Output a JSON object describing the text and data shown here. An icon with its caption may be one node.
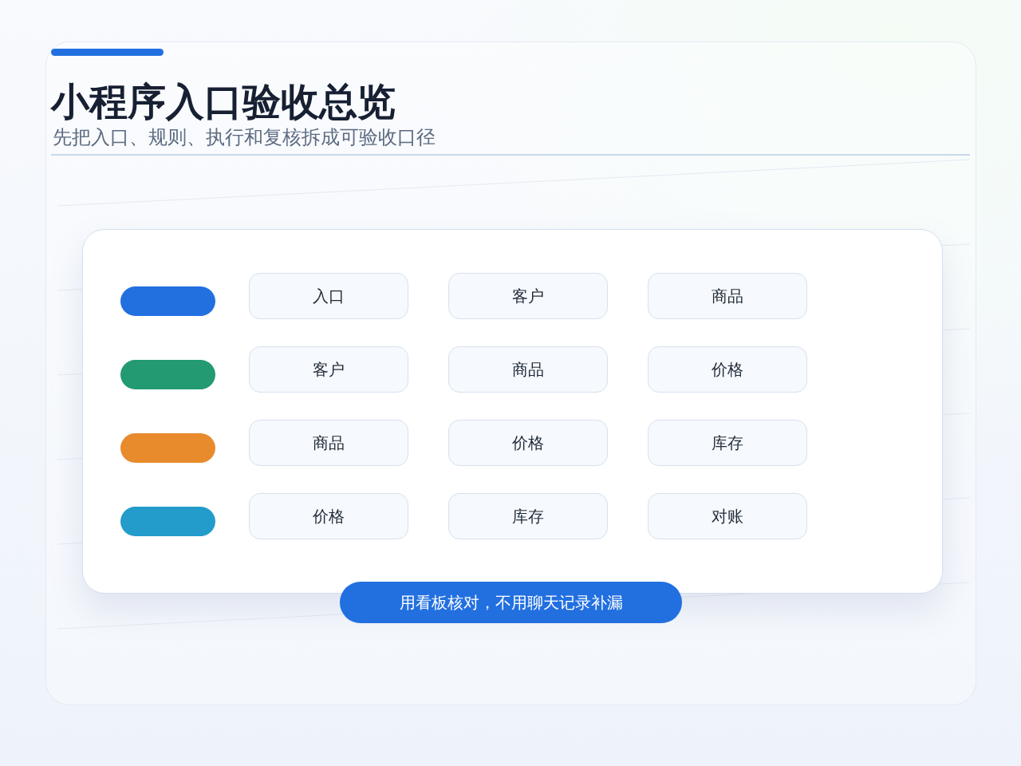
{
  "diagram": {
    "title": "小程序入口验收总览",
    "nodes": [
      {
        "text": [],
        "shape": "box"
      },
      {
        "text": [],
        "shape": "bar",
        "in": 0
      },
      {
        "text": [
          "入口"
        ],
        "in": 0
      },
      {
        "text": [
          "客户"
        ],
        "in": 0
      },
      {
        "text": [
          "商品"
        ],
        "in": 0
      },
      {
        "text": [],
        "shape": "bar",
        "in": 0
      },
      {
        "text": [
          "客户"
        ],
        "in": 0
      },
      {
        "text": [
          "商品"
        ],
        "in": 0
      },
      {
        "text": [
          "价格"
        ],
        "in": 0
      },
      {
        "text": [],
        "shape": "bar",
        "in": 0
      },
      {
        "text": [
          "商品"
        ],
        "in": 0
      },
      {
        "text": [
          "价格"
        ],
        "in": 0
      },
      {
        "text": [
          "库存"
        ],
        "in": 0
      },
      {
        "text": [],
        "shape": "bar",
        "in": 0
      },
      {
        "text": [
          "价格"
        ],
        "in": 0
      },
      {
        "text": [
          "库存"
        ],
        "in": 0
      },
      {
        "text": [
          "对账"
        ],
        "in": 0
      },
      {
        "text": [
          "用看板核对，不用聊天记录补漏"
        ]
      }
    ],
    "labels": [
      "先把入口、规则、执行和复核拆成可验收口径"
    ]
  }
}
